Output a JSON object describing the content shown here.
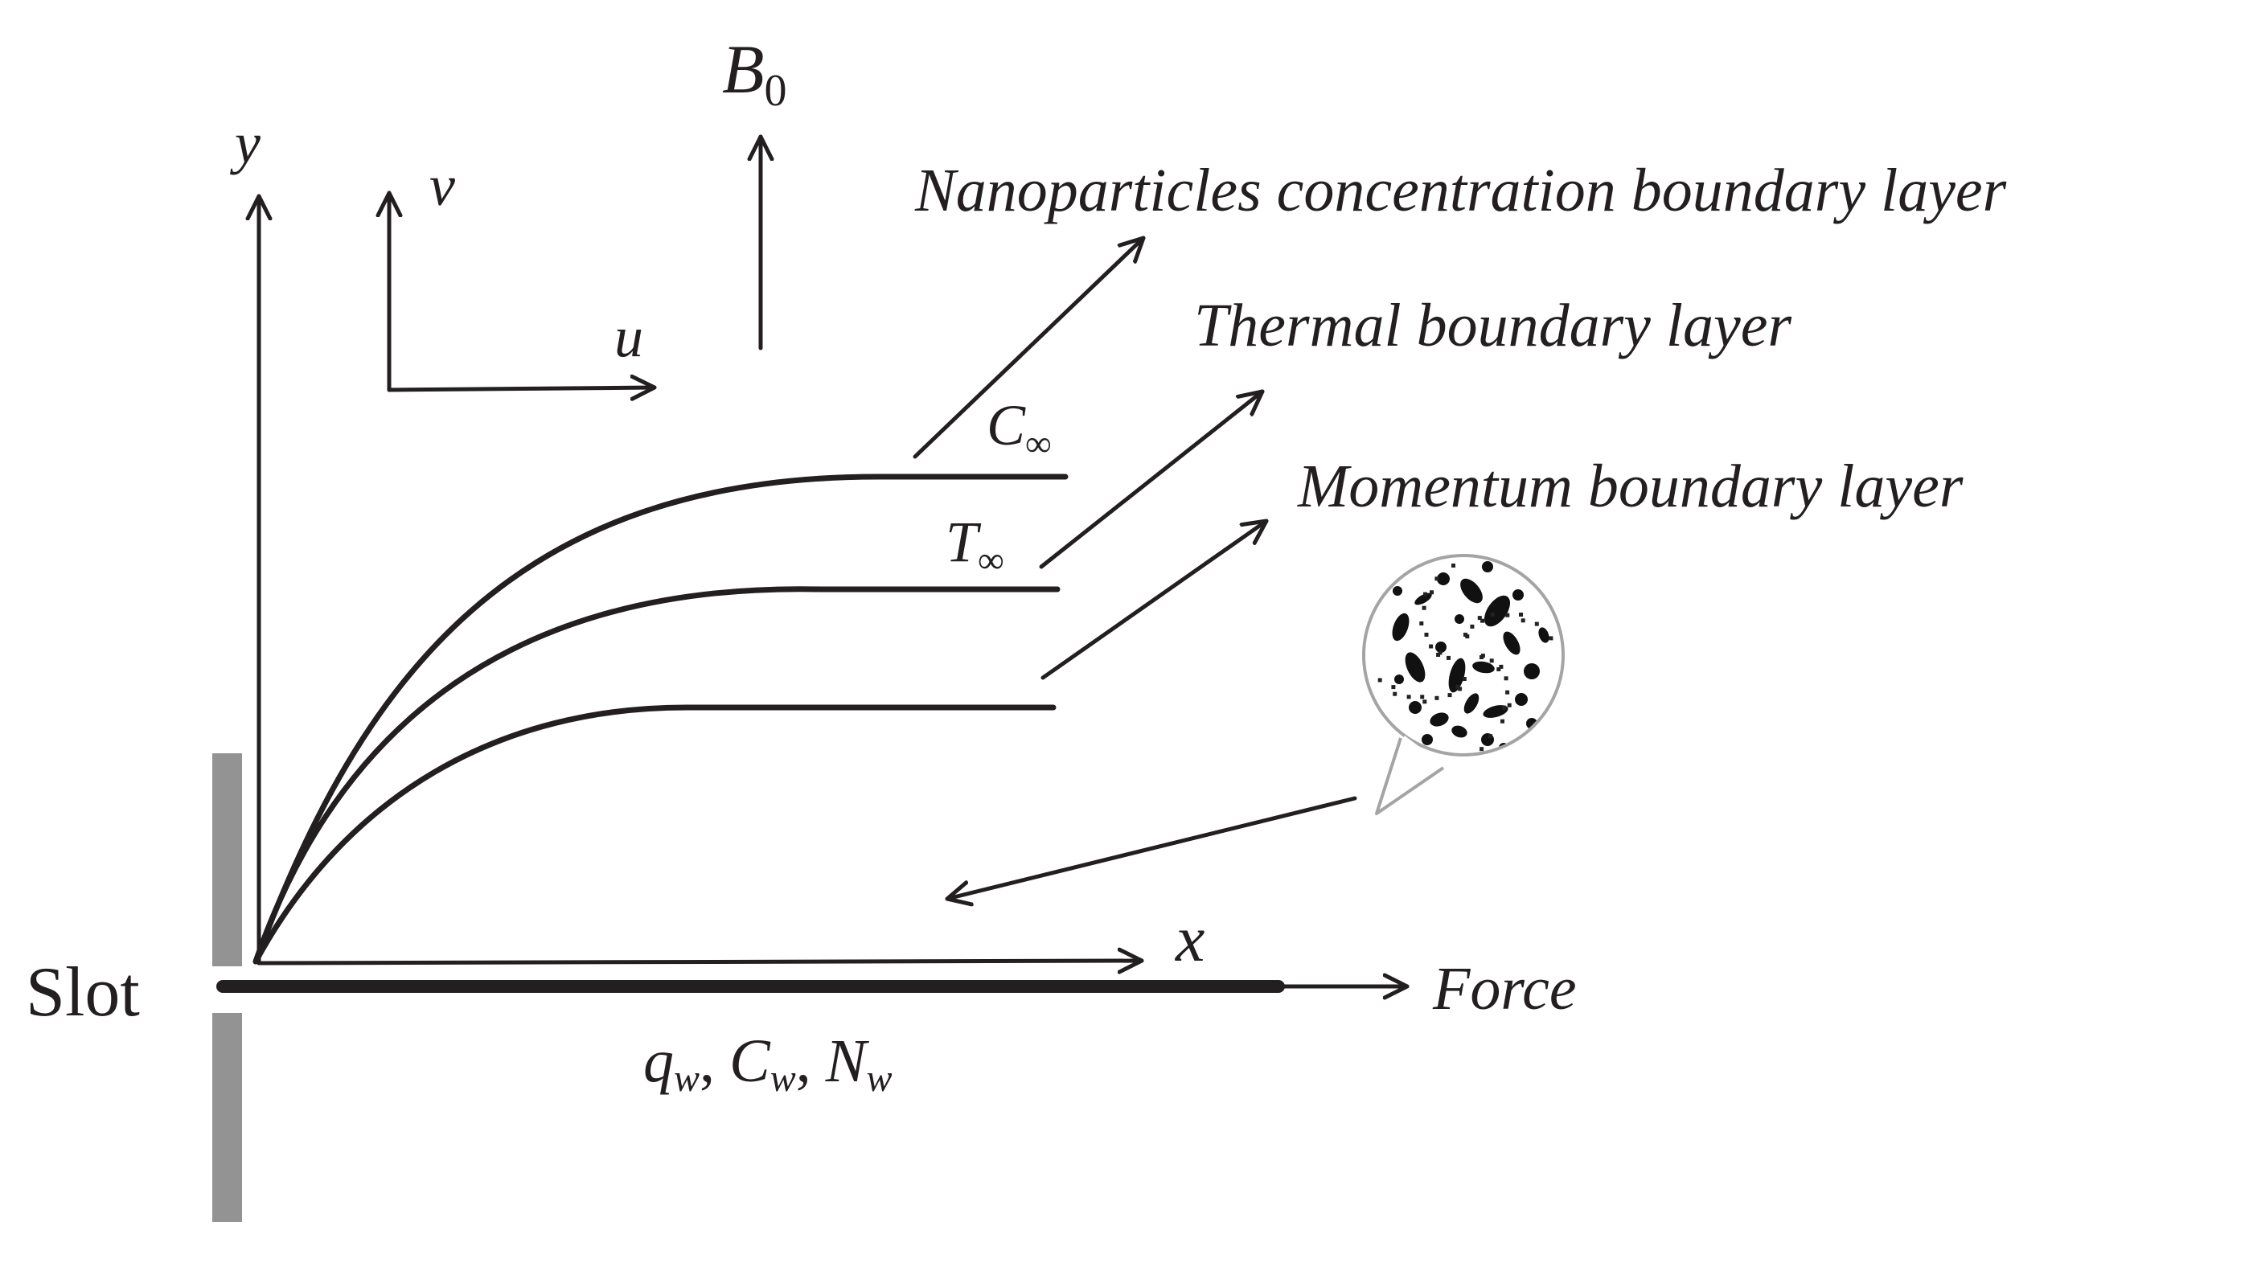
{
  "axes": {
    "y": "y",
    "x": "x",
    "velocity_v": "v",
    "velocity_u": "u"
  },
  "magnetic_field": {
    "symbol": "B",
    "subscript": "0"
  },
  "boundary_layers": {
    "concentration": "Nanoparticles concentration boundary layer",
    "thermal": "Thermal boundary layer",
    "momentum": "Momentum boundary layer"
  },
  "free_stream": {
    "concentration_symbol": "C",
    "temperature_symbol": "T",
    "subscript": "∞"
  },
  "wall": {
    "slot_label": "Slot",
    "force_label": "Force",
    "q_symbol": "q",
    "c_symbol": "C",
    "n_symbol": "N",
    "subscript": "w",
    "separator": ","
  },
  "colors": {
    "ink": "#231f20",
    "slot_gray": "#939393"
  }
}
